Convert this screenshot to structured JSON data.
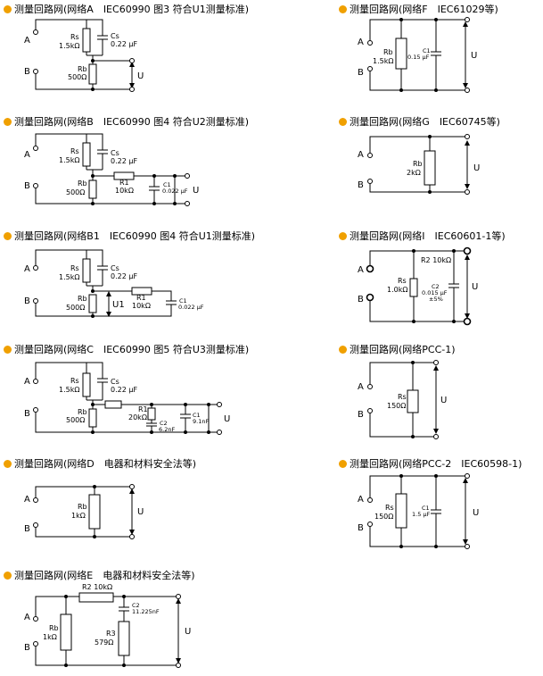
{
  "titles": {
    "a": "测量回路网(网络A　IEC60990 图3 符合U1测量标准)",
    "b": "测量回路网(网络B　IEC60990 图4 符合U2测量标准)",
    "b1": "测量回路网(网络B1　IEC60990 图4 符合U1测量标准)",
    "c": "测量回路网(网络C　IEC60990 图5 符合U3测量标准)",
    "d": "测量回路网(网络D　电器和材料安全法等)",
    "e": "测量回路网(网络E　电器和材料安全法等)",
    "f": "测量回路网(网络F　IEC61029等)",
    "g": "测量回路网(网络G　IEC60745等)",
    "i": "测量回路网(网络I　IEC60601-1等)",
    "pcc1": "测量回路网(网络PCC-1)",
    "pcc2": "测量回路网(网络PCC-2　IEC60598-1)"
  },
  "labels": {
    "A": "A",
    "B": "B",
    "U": "U",
    "U1": "U1",
    "Rs": "Rs",
    "Rb": "Rb",
    "R1": "R1",
    "R2": "R2",
    "R3": "R3",
    "Cs": "Cs",
    "C1": "C1",
    "C2": "C2",
    "v_1k5": "1.5kΩ",
    "v_500": "500Ω",
    "v_10k": "10kΩ",
    "v_20k": "20kΩ",
    "v_1k": "1kΩ",
    "v_2k": "2kΩ",
    "v_1k0": "1.0kΩ",
    "v_150": "150Ω",
    "v_579": "579Ω",
    "v_022u": "0.22 μF",
    "v_0022u": "0.022 μF",
    "v_91n": "9.1nF",
    "v_62n": "6.2nF",
    "v_015u": "0.15 μF",
    "v_0015u": "0.015 μF",
    "v_5pct": "±5%",
    "v_15u": "1.5 μF",
    "v_11225n": "11.225nF",
    "r2_10k": "R2 10kΩ"
  },
  "colors": {
    "bullet": "#f0a000",
    "line": "#000000"
  }
}
